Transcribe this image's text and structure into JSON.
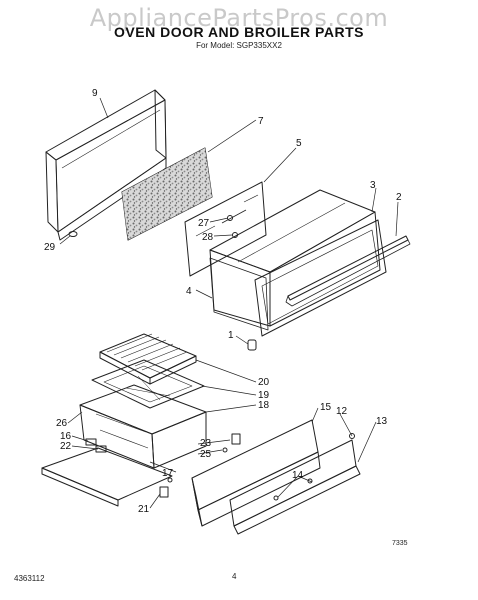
{
  "watermark": "AppliancePartsPros.com",
  "title": "OVEN DOOR AND BROILER PARTS",
  "model": "For Model: SGP335XX2",
  "footer": {
    "left_code": "4363112",
    "page_number": "4",
    "diagram_code": "7335"
  },
  "callouts": [
    "9",
    "7",
    "5",
    "3",
    "2",
    "27",
    "28",
    "4",
    "29",
    "1",
    "20",
    "19",
    "18",
    "26",
    "16",
    "22",
    "23",
    "25",
    "17",
    "15",
    "12",
    "13",
    "14",
    "21"
  ]
}
